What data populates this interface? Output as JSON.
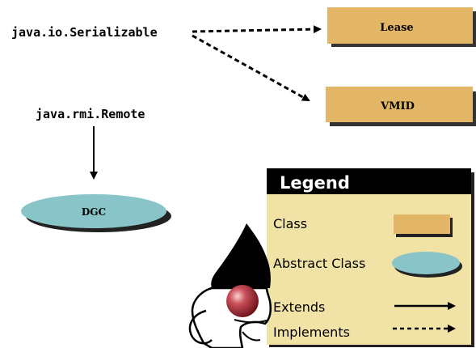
{
  "diagram": {
    "interfaces": {
      "serializable": "java.io.Serializable",
      "remote": "java.rmi.Remote"
    },
    "classes": {
      "lease": "Lease",
      "vmid": "VMID"
    },
    "abstract_classes": {
      "dgc": "DGC"
    },
    "relations": [
      {
        "from": "java.io.Serializable",
        "to": "Lease",
        "type": "implements"
      },
      {
        "from": "java.io.Serializable",
        "to": "VMID",
        "type": "implements"
      },
      {
        "from": "java.rmi.Remote",
        "to": "DGC",
        "type": "extends"
      }
    ]
  },
  "legend": {
    "title": "Legend",
    "class_label": "Class",
    "abstract_label": "Abstract Class",
    "extends_label": "Extends",
    "implements_label": "Implements"
  },
  "colors": {
    "class_fill": "#e2b666",
    "abstract_fill": "#88c4c8",
    "legend_header": "#000000",
    "legend_body": "#f1e2a5",
    "mascot_nose": "#c0303a"
  }
}
